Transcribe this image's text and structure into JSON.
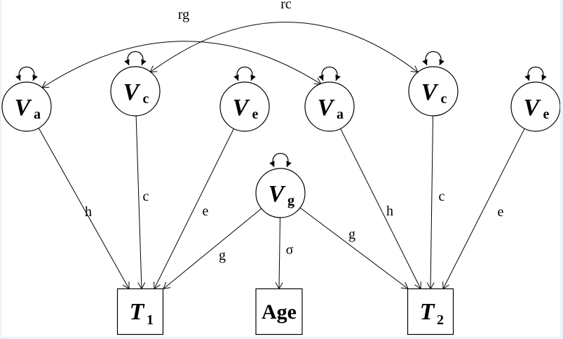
{
  "diagram": {
    "title": "",
    "latent_nodes": [
      {
        "id": "Va1",
        "main": "V",
        "sub": "a"
      },
      {
        "id": "Vc1",
        "main": "V",
        "sub": "c"
      },
      {
        "id": "Ve1",
        "main": "V",
        "sub": "e"
      },
      {
        "id": "Va2",
        "main": "V",
        "sub": "a"
      },
      {
        "id": "Vc2",
        "main": "V",
        "sub": "c"
      },
      {
        "id": "Ve2",
        "main": "V",
        "sub": "e"
      },
      {
        "id": "Vg",
        "main": "V",
        "sub": "g"
      }
    ],
    "observed_nodes": [
      {
        "id": "T1",
        "main": "T",
        "sub": "1"
      },
      {
        "id": "Age",
        "main": "Age",
        "sub": ""
      },
      {
        "id": "T2",
        "main": "T",
        "sub": "2"
      }
    ],
    "paths": [
      {
        "from": "Va1",
        "to": "T1",
        "label": "h"
      },
      {
        "from": "Vc1",
        "to": "T1",
        "label": "c"
      },
      {
        "from": "Ve1",
        "to": "T1",
        "label": "e"
      },
      {
        "from": "Vg",
        "to": "T1",
        "label": "g"
      },
      {
        "from": "Vg",
        "to": "Age",
        "label": "σ"
      },
      {
        "from": "Vg",
        "to": "T2",
        "label": "g"
      },
      {
        "from": "Va2",
        "to": "T2",
        "label": "h"
      },
      {
        "from": "Vc2",
        "to": "T2",
        "label": "c"
      },
      {
        "from": "Ve2",
        "to": "T2",
        "label": "e"
      }
    ],
    "correlations": [
      {
        "from": "Va1",
        "to": "Va2",
        "label": "rg"
      },
      {
        "from": "Vc1",
        "to": "Vc2",
        "label": "rc"
      }
    ]
  }
}
